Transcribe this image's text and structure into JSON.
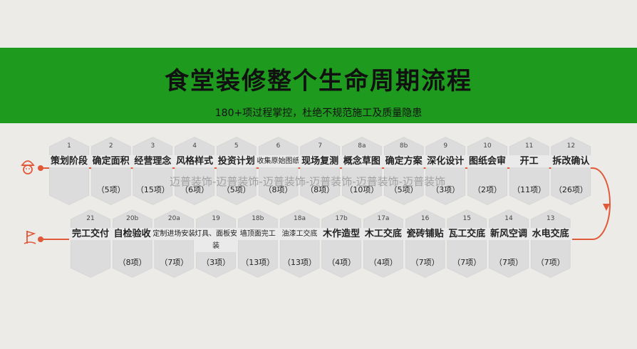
{
  "header": {
    "title": "食堂装修整个生命周期流程",
    "subtitle": "180+项过程掌控，杜绝不规范施工及质量隐患"
  },
  "watermark": "迈普装饰-迈普装饰-迈普装饰-迈普装饰-迈普装饰-迈普装饰",
  "colors": {
    "banner": "#1e9a1e",
    "flow_line": "#e05a3a",
    "hex_fill": "#d6d6d6"
  },
  "row1": [
    {
      "num": "1",
      "name": "策划阶段",
      "count": ""
    },
    {
      "num": "2",
      "name": "确定面积",
      "count": "（5项）"
    },
    {
      "num": "3",
      "name": "经营理念",
      "count": "（15项）"
    },
    {
      "num": "4",
      "name": "风格样式",
      "count": "（6项）"
    },
    {
      "num": "5",
      "name": "投资计划",
      "count": "（5项）"
    },
    {
      "num": "6",
      "name": "收集原始图纸",
      "count": "（8项）"
    },
    {
      "num": "7",
      "name": "现场复测",
      "count": "（8项）"
    },
    {
      "num": "8a",
      "name": "概念草图",
      "count": "（10项）"
    },
    {
      "num": "8b",
      "name": "确定方案",
      "count": "（5项）"
    },
    {
      "num": "9",
      "name": "深化设计",
      "count": "（3项）"
    },
    {
      "num": "10",
      "name": "图纸会审",
      "count": "（2项）"
    },
    {
      "num": "11",
      "name": "开工",
      "count": "（11项）"
    },
    {
      "num": "12",
      "name": "拆改确认",
      "count": "（26项）"
    }
  ],
  "row2": [
    {
      "num": "21",
      "name": "完工交付",
      "count": ""
    },
    {
      "num": "20b",
      "name": "自检验收",
      "count": "（8项）"
    },
    {
      "num": "20a",
      "name": "定制进场安装",
      "count": "（7项）"
    },
    {
      "num": "19",
      "name": "灯具、面板安装",
      "count": "（3项）"
    },
    {
      "num": "18b",
      "name": "墙顶面完工",
      "count": "（13项）"
    },
    {
      "num": "18a",
      "name": "油漆工交底",
      "count": "（13项）"
    },
    {
      "num": "17b",
      "name": "木作造型",
      "count": "（4项）"
    },
    {
      "num": "17a",
      "name": "木工交底",
      "count": "（4项）"
    },
    {
      "num": "16",
      "name": "瓷砖铺贴",
      "count": "（7项）"
    },
    {
      "num": "15",
      "name": "瓦工交底",
      "count": "（7项）"
    },
    {
      "num": "14",
      "name": "新风空调",
      "count": "（7项）"
    },
    {
      "num": "13",
      "name": "水电交底",
      "count": "（7项）"
    }
  ]
}
